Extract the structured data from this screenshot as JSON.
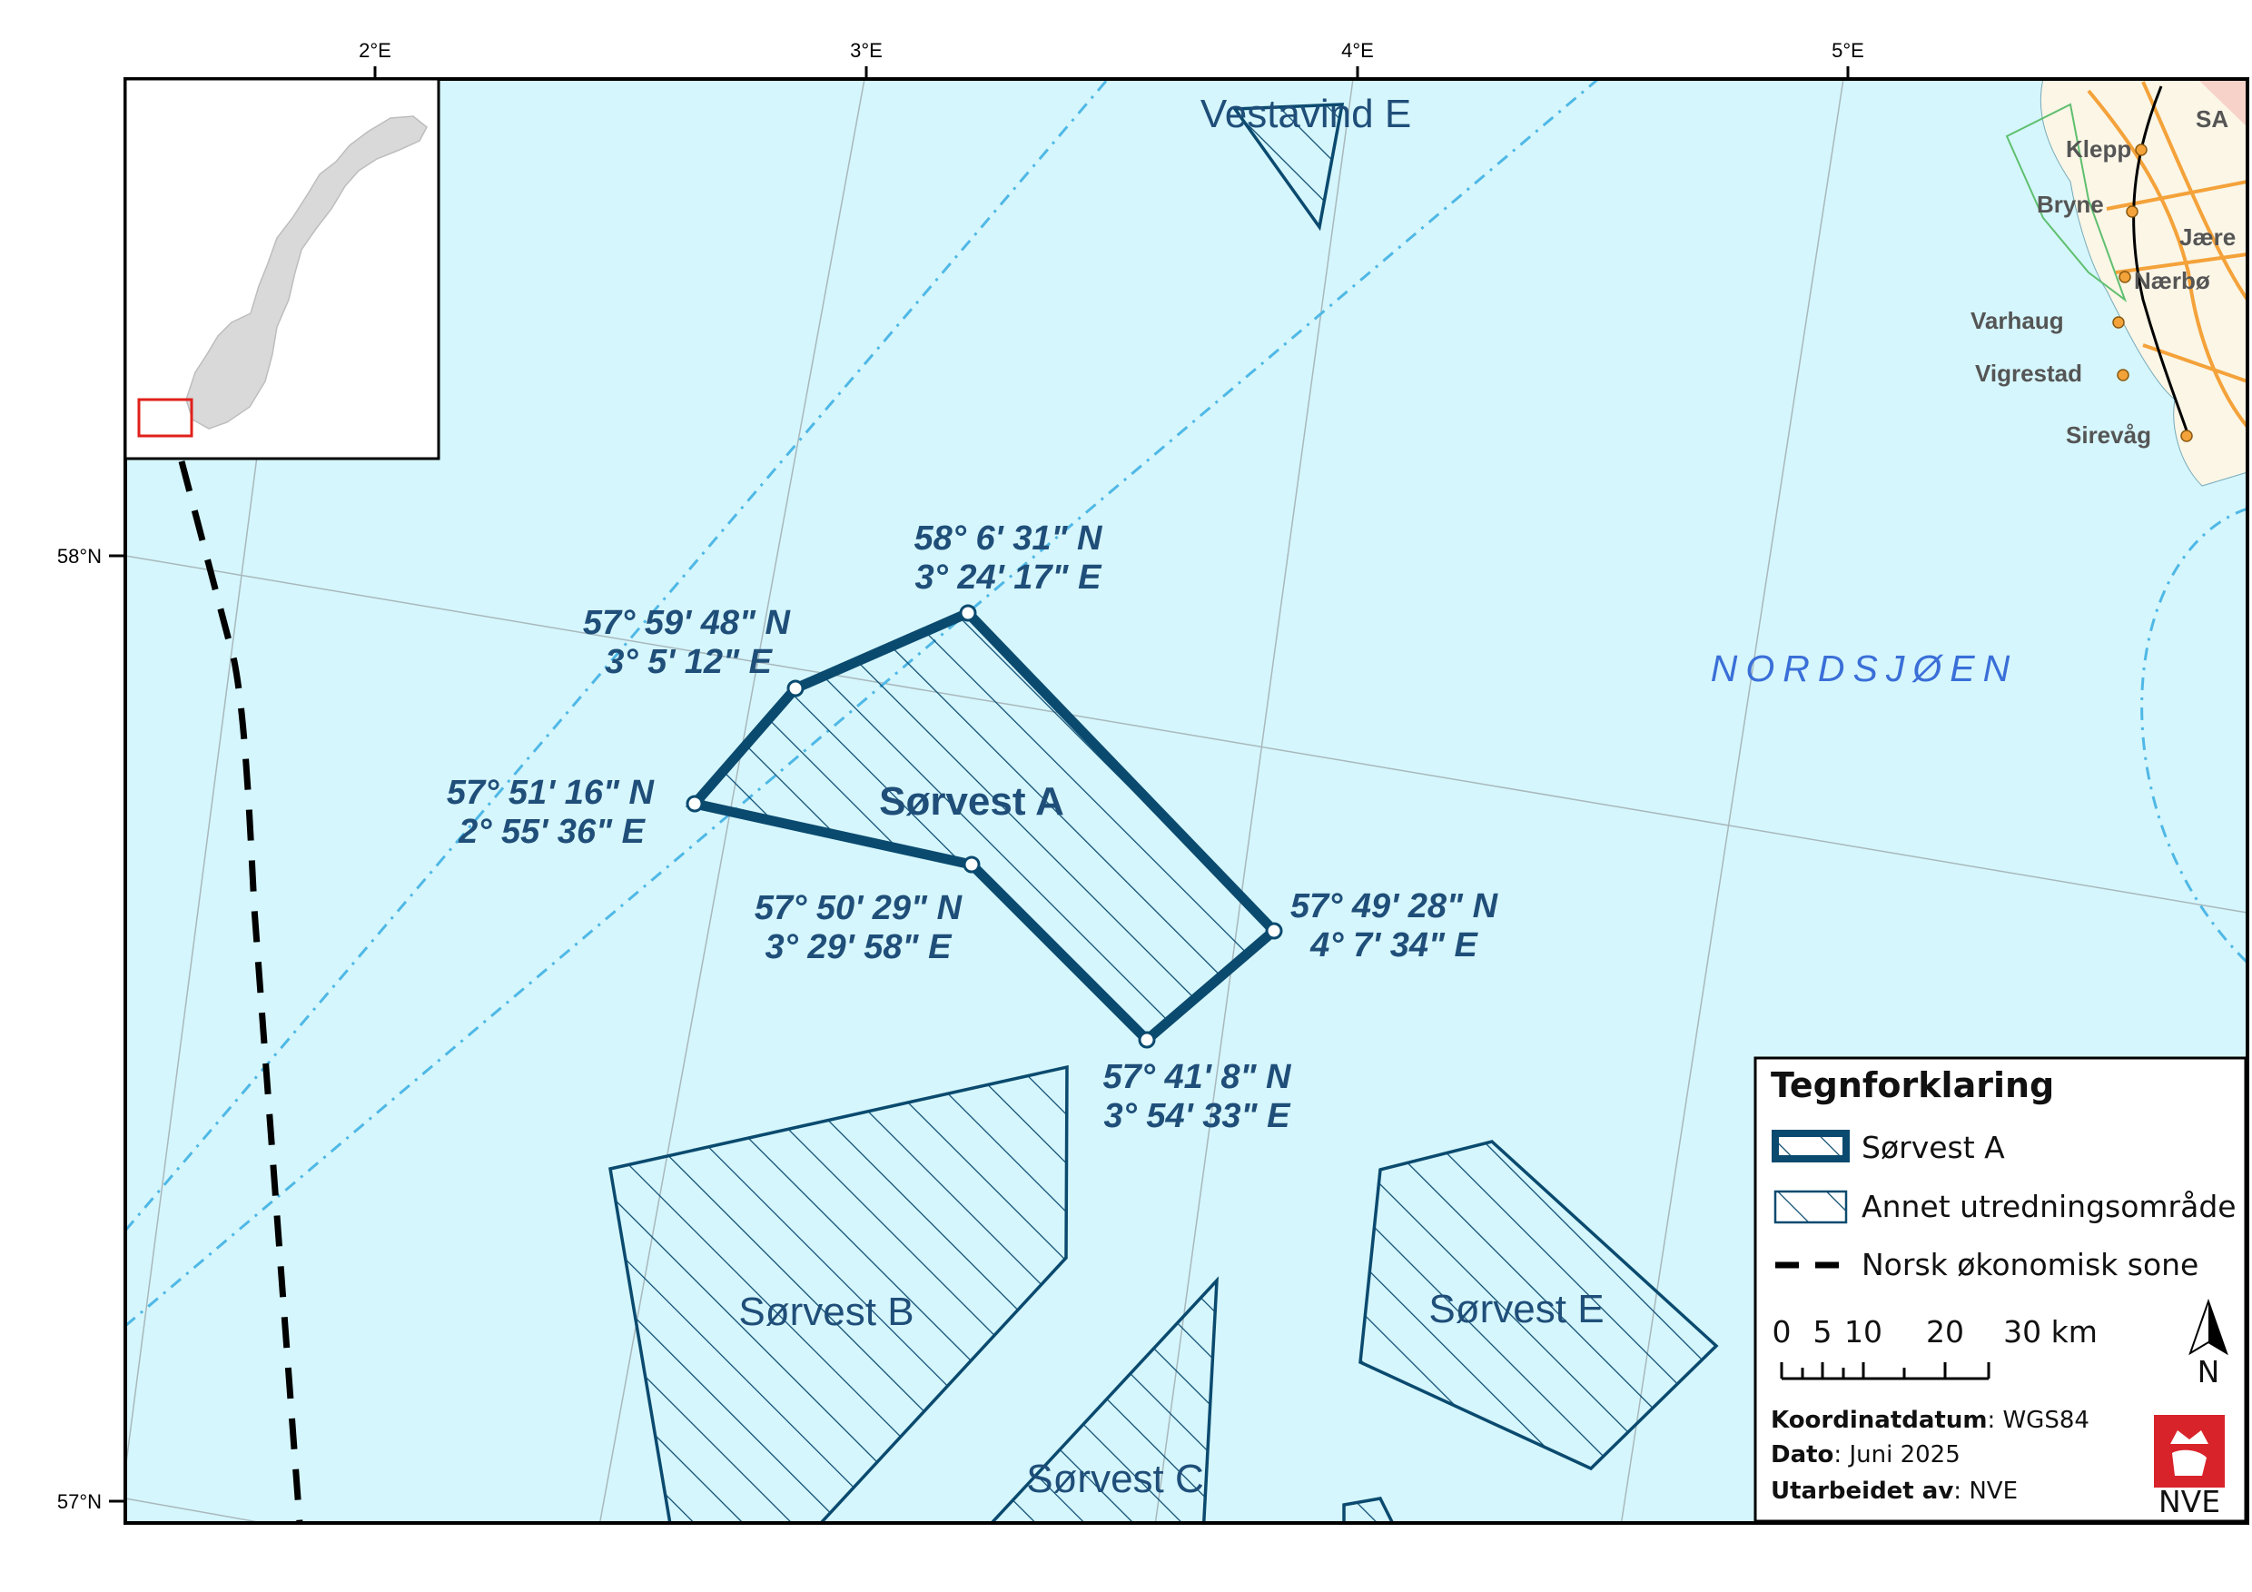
{
  "axes": {
    "lon_labels": [
      "2°E",
      "3°E",
      "4°E",
      "5°E"
    ],
    "lat_labels": [
      "58°N",
      "57°N"
    ]
  },
  "sea_label": "NORDSJØEN",
  "main_area": {
    "name": "Sørvest A"
  },
  "other_areas": [
    {
      "name": "Sørvest B"
    },
    {
      "name": "Sørvest C"
    },
    {
      "name": "Sørvest E"
    },
    {
      "name": "Vestavind E"
    }
  ],
  "vertices": [
    {
      "lat": "58° 6' 31\" N",
      "lon": "3° 24' 17\" E"
    },
    {
      "lat": "57° 59' 48\" N",
      "lon": "3° 5' 12\" E"
    },
    {
      "lat": "57° 51' 16\" N",
      "lon": "2° 55' 36\" E"
    },
    {
      "lat": "57° 50' 29\" N",
      "lon": "3° 29' 58\" E"
    },
    {
      "lat": "57° 49' 28\" N",
      "lon": "4° 7' 34\" E"
    },
    {
      "lat": "57° 41' 8\" N",
      "lon": "3° 54' 33\" E"
    }
  ],
  "towns": [
    "Klepp",
    "Bryne",
    "Jære",
    "Nærbø",
    "Varhaug",
    "Vigrestad",
    "Sirevåg",
    "SA"
  ],
  "legend": {
    "title": "Tegnforklaring",
    "items": [
      {
        "label": "Sørvest A",
        "symbol": "thick-outline"
      },
      {
        "label": "Annet utredningsområde",
        "symbol": "hatched-area"
      },
      {
        "label": "Norsk økonomisk sone",
        "symbol": "dashed-line"
      }
    ],
    "scale_labels": [
      "0",
      "5",
      "10",
      "20",
      "30 km"
    ],
    "north_label": "N",
    "meta": [
      {
        "key": "Koordinatdatum",
        "value": "WGS84"
      },
      {
        "key": "Dato",
        "value": "Juni 2025"
      },
      {
        "key": "Utarbeidet av",
        "value": "NVE"
      }
    ],
    "logo_text": "NVE"
  },
  "colors": {
    "sea": "#d5f6fc",
    "area_stroke": "#0b4a6f",
    "shipping_lane": "#4fb8e6",
    "eez": "#000000",
    "logo": "#d9232a"
  }
}
